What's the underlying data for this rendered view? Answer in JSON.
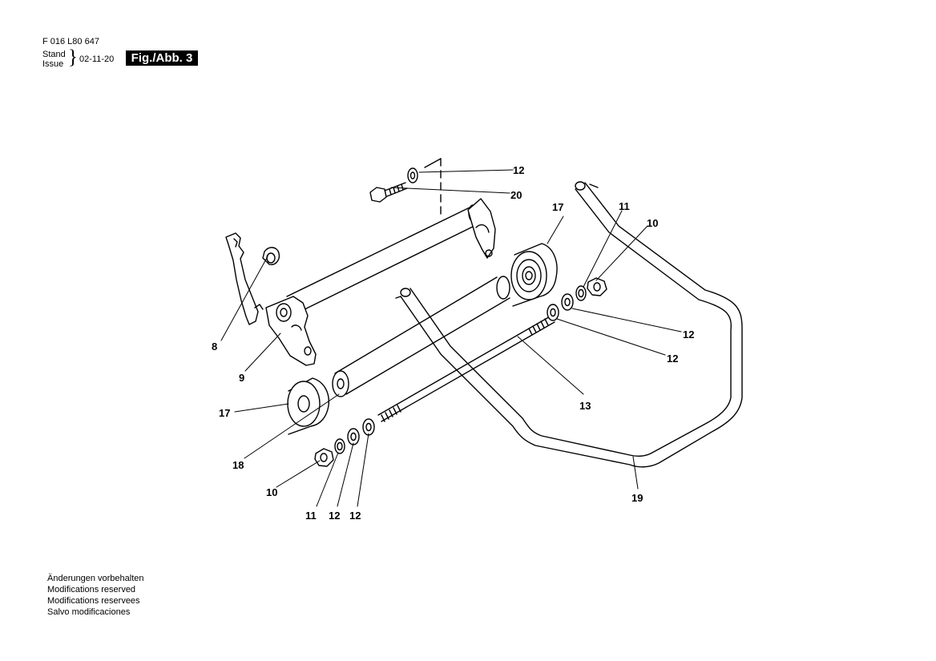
{
  "header": {
    "doc_number": "F 016 L80 647",
    "stand": "Stand",
    "issue": "Issue",
    "date": "02-11-20",
    "figure": "Fig./Abb. 3"
  },
  "callouts": {
    "c8": "8",
    "c9": "9",
    "c10a": "10",
    "c10b": "10",
    "c11a": "11",
    "c11b": "11",
    "c12a": "12",
    "c12b": "12",
    "c12c": "12",
    "c12d": "12",
    "c12e": "12",
    "c13": "13",
    "c17a": "17",
    "c17b": "17",
    "c18": "18",
    "c19": "19",
    "c20": "20"
  },
  "footer": {
    "line1": "Änderungen vorbehalten",
    "line2": "Modifications reserved",
    "line3": "Modifications reservees",
    "line4": "Salvo modificaciones"
  }
}
